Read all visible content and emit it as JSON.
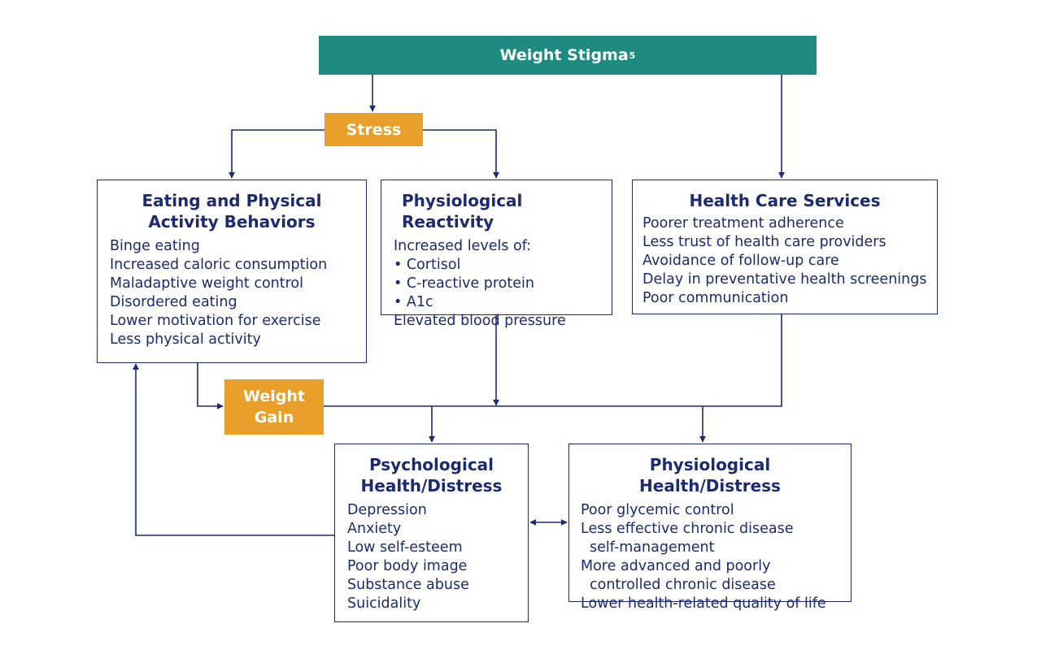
{
  "header": {
    "title": "Weight Stigma",
    "footnote": "5"
  },
  "tags": {
    "stress": "Stress",
    "weight_gain_line1": "Weight",
    "weight_gain_line2": "Gain"
  },
  "eating": {
    "title_line1": "Eating and Physical",
    "title_line2": "Activity Behaviors",
    "items": [
      "Binge eating",
      "Increased caloric consumption",
      "Maladaptive weight control",
      "Disordered eating",
      "Lower motivation for exercise",
      "Less physical activity"
    ]
  },
  "physio_reactivity": {
    "title": "Physiological Reactivity",
    "items": [
      "Increased levels of:",
      "• Cortisol",
      "• C-reactive protein",
      "• A1c",
      "Elevated blood pressure"
    ]
  },
  "health_care": {
    "title": "Health Care Services",
    "items": [
      "Poorer treatment adherence",
      "Less trust of health care providers",
      "Avoidance of follow-up care",
      "Delay in preventative health screenings",
      "Poor communication"
    ]
  },
  "psych": {
    "title_line1": "Psychological",
    "title_line2": "Health/Distress",
    "items": [
      "Depression",
      "Anxiety",
      "Low self-esteem",
      "Poor body image",
      "Substance abuse",
      "Suicidality"
    ]
  },
  "physio_health": {
    "title": "Physiological Health/Distress",
    "items": [
      "Poor glycemic control",
      "Less effective chronic disease",
      "self-management",
      "More advanced and poorly",
      "controlled chronic disease",
      "Lower health-related quality of life"
    ]
  },
  "colors": {
    "navy": "#1c2a6e",
    "teal": "#1f8a80",
    "orange": "#e8a02a"
  }
}
